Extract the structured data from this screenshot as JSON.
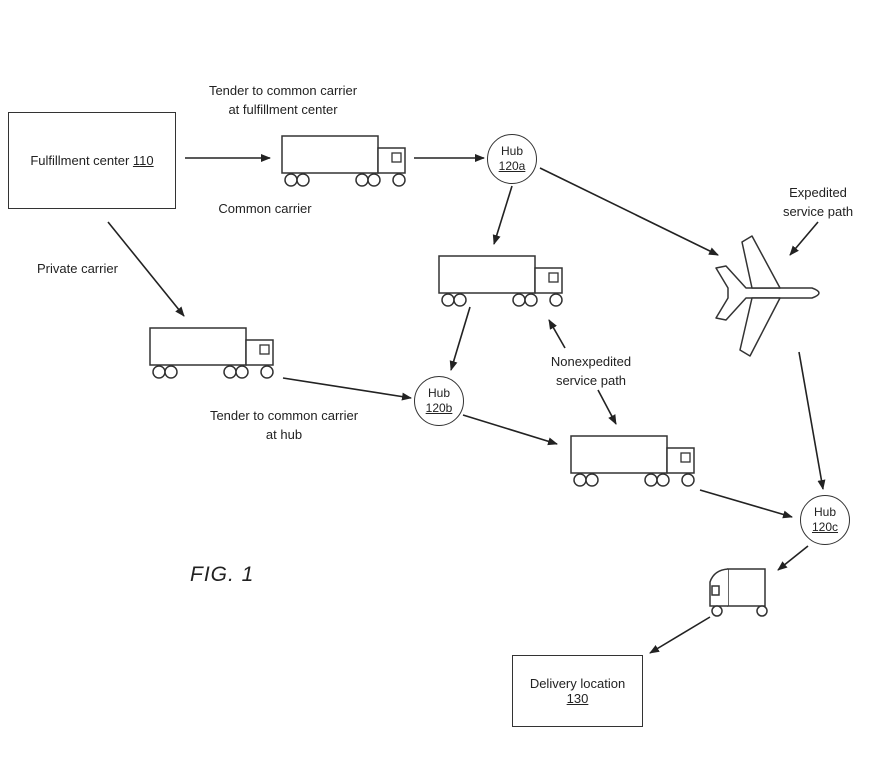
{
  "nodes": {
    "fulfillment_center": {
      "label": "Fulfillment center ",
      "ref": "110"
    },
    "hub_a": {
      "label": "Hub",
      "ref": "120a"
    },
    "hub_b": {
      "label": "Hub",
      "ref": "120b"
    },
    "hub_c": {
      "label": "Hub",
      "ref": "120c"
    },
    "delivery_location": {
      "label": "Delivery location",
      "ref": "130"
    }
  },
  "labels": {
    "tender_fc_line1": "Tender to common carrier",
    "tender_fc_line2": "at fulfillment center",
    "common_carrier": "Common carrier",
    "private_carrier": "Private carrier",
    "tender_hub_line1": "Tender to common carrier",
    "tender_hub_line2": "at hub",
    "expedited_line1": "Expedited",
    "expedited_line2": "service path",
    "nonexpedited_line1": "Nonexpedited",
    "nonexpedited_line2": "service path"
  },
  "figure": {
    "caption": "FIG. 1"
  },
  "icons": [
    "truck-icon",
    "airplane-icon",
    "delivery-van-icon"
  ]
}
